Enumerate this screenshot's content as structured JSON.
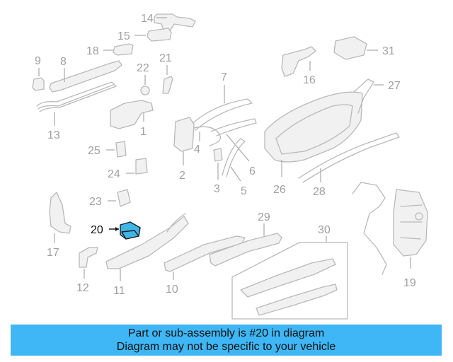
{
  "caption": {
    "line1": "Part or sub-assembly is #20 in diagram",
    "line2": "Diagram may not be specific to your vehicle"
  },
  "highlighted_part": "20",
  "labels": {
    "p1": "1",
    "p2": "2",
    "p3": "3",
    "p4": "4",
    "p5": "5",
    "p6": "6",
    "p7": "7",
    "p8": "8",
    "p9": "9",
    "p10": "10",
    "p11": "11",
    "p12": "12",
    "p13": "13",
    "p14": "14",
    "p15": "15",
    "p16": "16",
    "p17": "17",
    "p18": "18",
    "p19": "19",
    "p20": "20",
    "p21": "21",
    "p22": "22",
    "p23": "23",
    "p24": "24",
    "p25": "25",
    "p26": "26",
    "p27": "27",
    "p28": "28",
    "p29": "29",
    "p30": "30",
    "p31": "31"
  },
  "colors": {
    "highlight": "#3fb6e8",
    "caption_bg": "#3fb6f5",
    "part_gray": "#b9b9b9"
  }
}
